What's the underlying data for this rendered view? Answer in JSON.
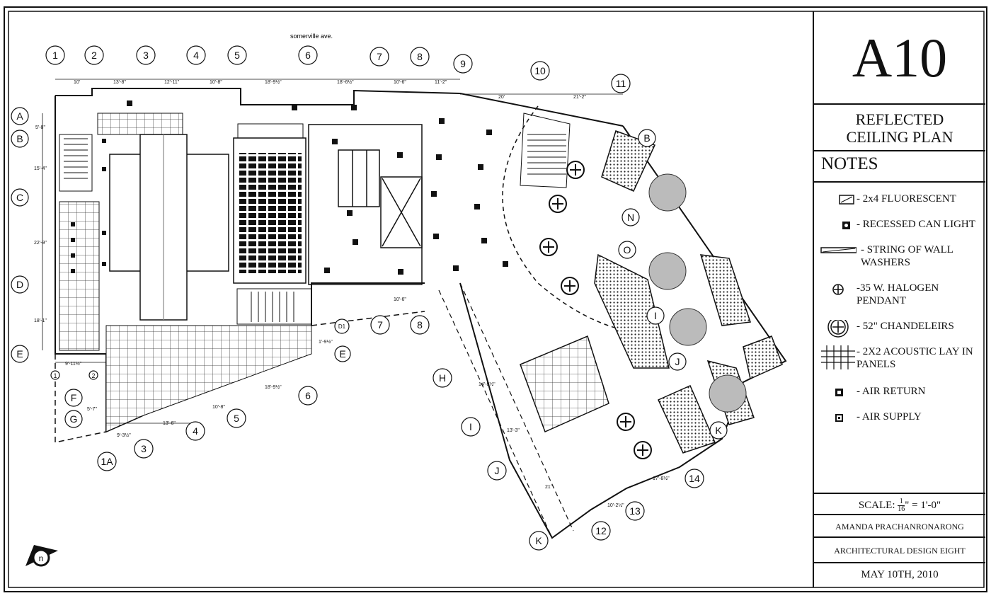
{
  "plan": {
    "street_label": "somerville ave.",
    "grid_top": [
      "1",
      "2",
      "3",
      "4",
      "5",
      "6",
      "7",
      "8",
      "9",
      "10",
      "11"
    ],
    "grid_left": [
      "A",
      "B",
      "C",
      "D",
      "E",
      "F",
      "G"
    ],
    "grid_bottom": [
      "1",
      "2",
      "1A",
      "3",
      "4",
      "5",
      "6",
      "7",
      "8",
      "12",
      "13",
      "14",
      "D1"
    ],
    "grid_right": [
      "B",
      "N",
      "O",
      "I",
      "J",
      "K",
      "E",
      "H",
      "I",
      "J",
      "K"
    ],
    "dimensions_top": [
      "10'",
      "13'-8\"",
      "12'-11\"",
      "10'-8\"",
      "18'-9½\"",
      "18'-6½\"",
      "10'-6\"",
      "11'-2\"",
      "20'",
      "21'-2\""
    ],
    "dimensions_left": [
      "5'-8\"",
      "15'-4\"",
      "22'-9\"",
      "18'-1\""
    ],
    "dimensions_bottom": [
      "9'-11½\"",
      "9'-3½\"",
      "13'-6\"",
      "10'-8\"",
      "18'-9½\"",
      "10'-6\"",
      "5'-7\"",
      "1'-9½\""
    ],
    "dimensions_diag": [
      "14'-8½\"",
      "13'-3\"",
      "21'",
      "10'-2½\"",
      "17'-8½\""
    ]
  },
  "title_block": {
    "sheet_number": "A10",
    "sheet_title_line1": "REFLECTED",
    "sheet_title_line2": "CEILING PLAN",
    "notes_heading": "NOTES",
    "legend": [
      {
        "icon": "fluorescent-2x4-icon",
        "label": "- 2x4 FLUORESCENT"
      },
      {
        "icon": "recessed-can-light-icon",
        "label": "- RECESSED CAN LIGHT"
      },
      {
        "icon": "wall-washer-string-icon",
        "label": "- STRING OF WALL WASHERS"
      },
      {
        "icon": "halogen-pendant-icon",
        "label": "-35 W. HALOGEN PENDANT"
      },
      {
        "icon": "chandelier-icon",
        "label": "- 52\" CHANDELEIRS"
      },
      {
        "icon": "acoustic-panel-icon",
        "label": "- 2X2 ACOUSTIC LAY IN PANELS"
      },
      {
        "icon": "air-return-icon",
        "label": "- AIR RETURN"
      },
      {
        "icon": "air-supply-icon",
        "label": "- AIR SUPPLY"
      }
    ],
    "scale_prefix": "SCALE:",
    "scale_num": "1",
    "scale_den": "16",
    "scale_suffix": "\" = 1'-0\"",
    "author": "AMANDA PRACHANRONARONG",
    "course": "ARCHITECTURAL DESIGN EIGHT",
    "date": "MAY 10TH, 2010"
  },
  "colors": {
    "ink": "#111111",
    "hatch": "#555555",
    "background": "#ffffff"
  }
}
